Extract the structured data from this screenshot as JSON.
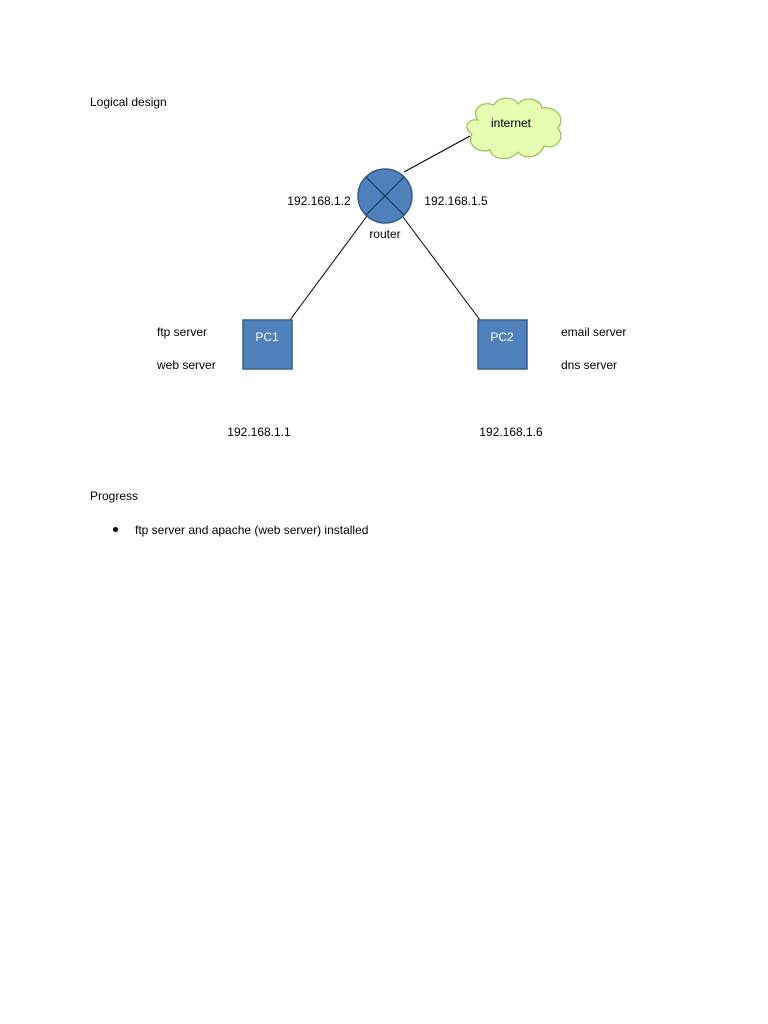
{
  "headings": {
    "logical_design": "Logical design",
    "progress": "Progress"
  },
  "diagram": {
    "internet_label": "internet",
    "router_label": "router",
    "router_ip_left": "192.168.1.2",
    "router_ip_right": "192.168.1.5",
    "pc1": {
      "label": "PC1",
      "roles": [
        "ftp server",
        "web server"
      ],
      "ip": "192.168.1.1"
    },
    "pc2": {
      "label": "PC2",
      "roles": [
        "email server",
        "dns server"
      ],
      "ip": "192.168.1.6"
    },
    "colors": {
      "node_fill": "#4f81bd",
      "node_stroke": "#385d8a",
      "cloud_fill": "#e6ffb3",
      "cloud_stroke": "#9bbb59",
      "link": "#000000"
    }
  },
  "progress_items": [
    "ftp server and apache (web server) installed"
  ]
}
